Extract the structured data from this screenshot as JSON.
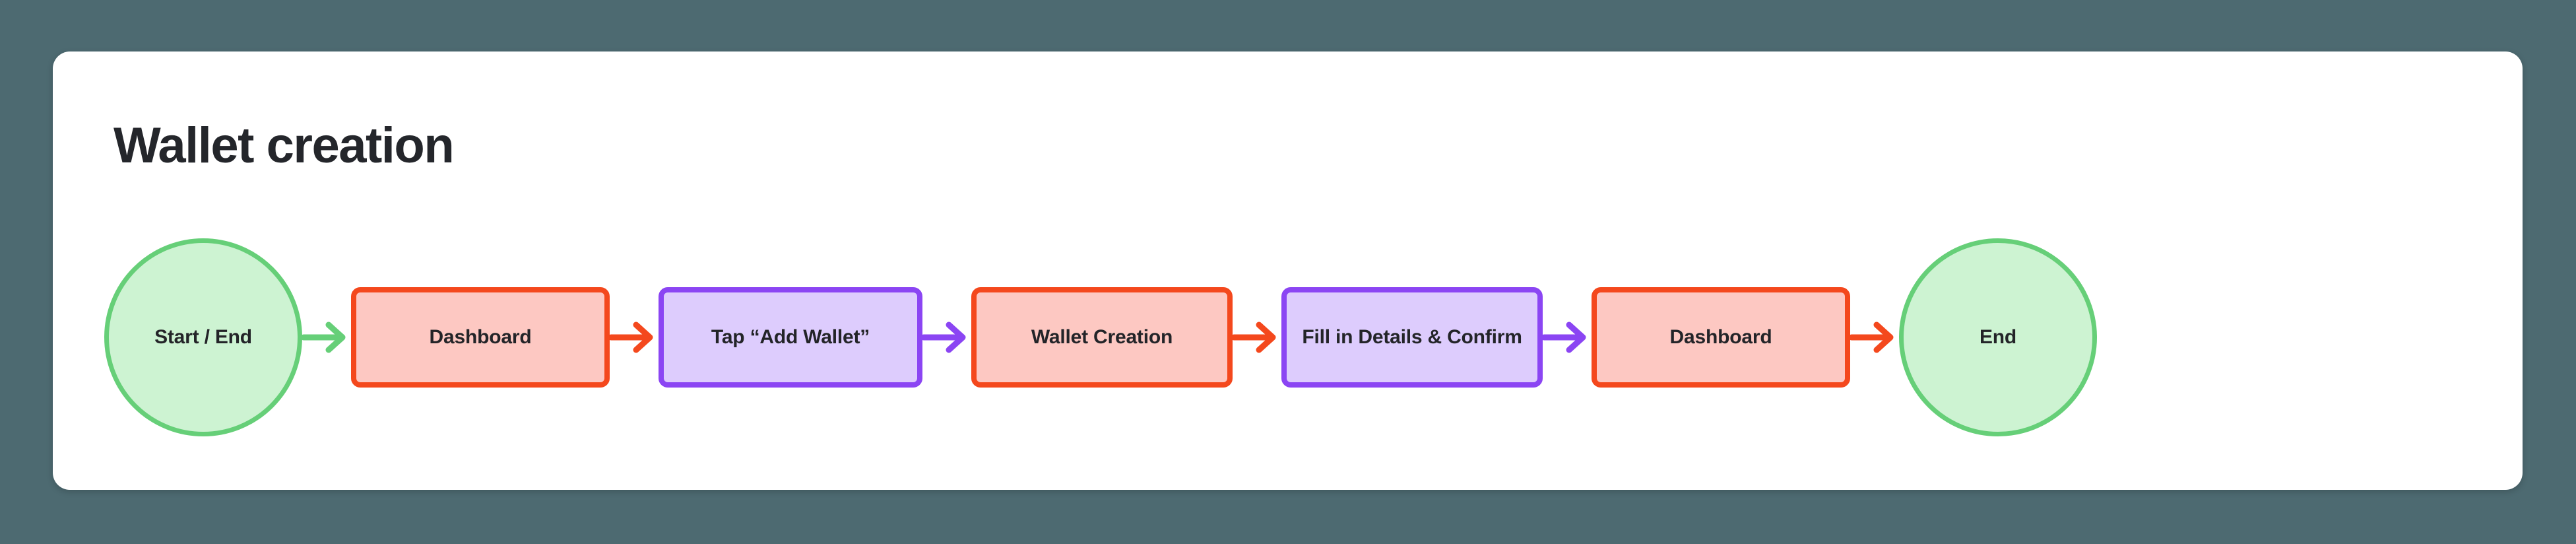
{
  "page": {
    "background_color": "#4d6a71",
    "card_background": "#ffffff"
  },
  "card": {
    "title": "Wallet creation"
  },
  "palette": {
    "terminator_fill": "#cdf3d2",
    "terminator_border": "#66cf78",
    "screen_fill": "#fdc8c2",
    "screen_border": "#f4481d",
    "action_fill": "#ddccfd",
    "action_border": "#8b45f3",
    "text": "#232428"
  },
  "chart_data": {
    "type": "diagram",
    "title": "Wallet creation",
    "orientation": "left-to-right",
    "nodes": [
      {
        "id": "n1",
        "label": "Start / End",
        "shape": "circle",
        "role": "terminator",
        "fill": "#cdf3d2",
        "border": "#66cf78"
      },
      {
        "id": "n2",
        "label": "Dashboard",
        "shape": "rectangle",
        "role": "screen",
        "fill": "#fdc8c2",
        "border": "#f4481d"
      },
      {
        "id": "n3",
        "label": "Tap “Add Wallet”",
        "shape": "rectangle",
        "role": "action",
        "fill": "#ddccfd",
        "border": "#8b45f3"
      },
      {
        "id": "n4",
        "label": "Wallet Creation",
        "shape": "rectangle",
        "role": "screen",
        "fill": "#fdc8c2",
        "border": "#f4481d"
      },
      {
        "id": "n5",
        "label": "Fill in Details & Confirm",
        "shape": "rectangle",
        "role": "action",
        "fill": "#ddccfd",
        "border": "#8b45f3"
      },
      {
        "id": "n6",
        "label": "Dashboard",
        "shape": "rectangle",
        "role": "screen",
        "fill": "#fdc8c2",
        "border": "#f4481d"
      },
      {
        "id": "n7",
        "label": "End",
        "shape": "circle",
        "role": "terminator",
        "fill": "#cdf3d2",
        "border": "#66cf78"
      }
    ],
    "edges": [
      {
        "from": "n1",
        "to": "n2",
        "color": "#66cf78",
        "style": "arrow"
      },
      {
        "from": "n2",
        "to": "n3",
        "color": "#f4481d",
        "style": "arrow"
      },
      {
        "from": "n3",
        "to": "n4",
        "color": "#8b45f3",
        "style": "arrow"
      },
      {
        "from": "n4",
        "to": "n5",
        "color": "#f4481d",
        "style": "arrow"
      },
      {
        "from": "n5",
        "to": "n6",
        "color": "#8b45f3",
        "style": "arrow"
      },
      {
        "from": "n6",
        "to": "n7",
        "color": "#f4481d",
        "style": "arrow"
      }
    ]
  }
}
